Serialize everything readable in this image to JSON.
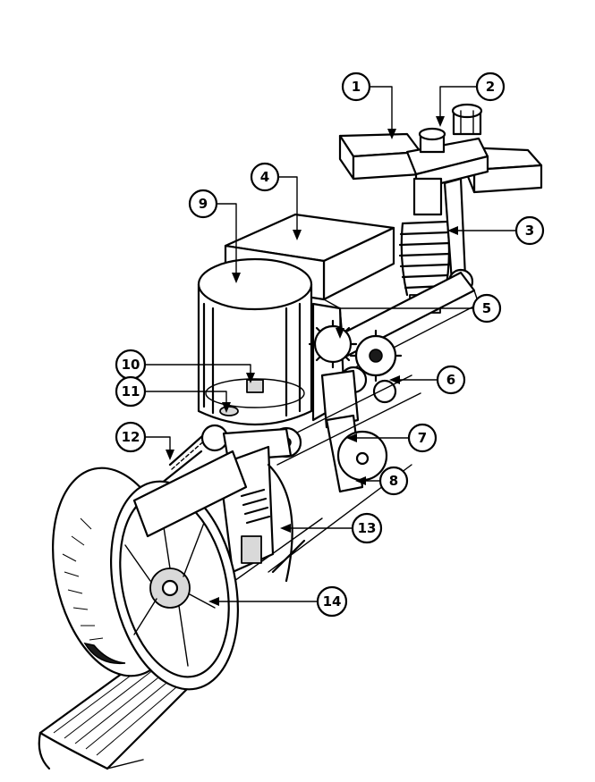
{
  "callouts": [
    {
      "id": "1",
      "label": "1"
    },
    {
      "id": "2",
      "label": "2"
    },
    {
      "id": "3",
      "label": "3"
    },
    {
      "id": "4",
      "label": "4"
    },
    {
      "id": "5",
      "label": "5"
    },
    {
      "id": "6",
      "label": "6"
    },
    {
      "id": "7",
      "label": "7"
    },
    {
      "id": "8",
      "label": "8"
    },
    {
      "id": "9",
      "label": "9"
    },
    {
      "id": "10",
      "label": "10"
    },
    {
      "id": "11",
      "label": "11"
    },
    {
      "id": "12",
      "label": "12"
    },
    {
      "id": "13",
      "label": "13"
    },
    {
      "id": "14",
      "label": "14"
    }
  ],
  "colors": {
    "ink": "#000000",
    "paper": "#ffffff",
    "shade": "#d9d9d9"
  }
}
